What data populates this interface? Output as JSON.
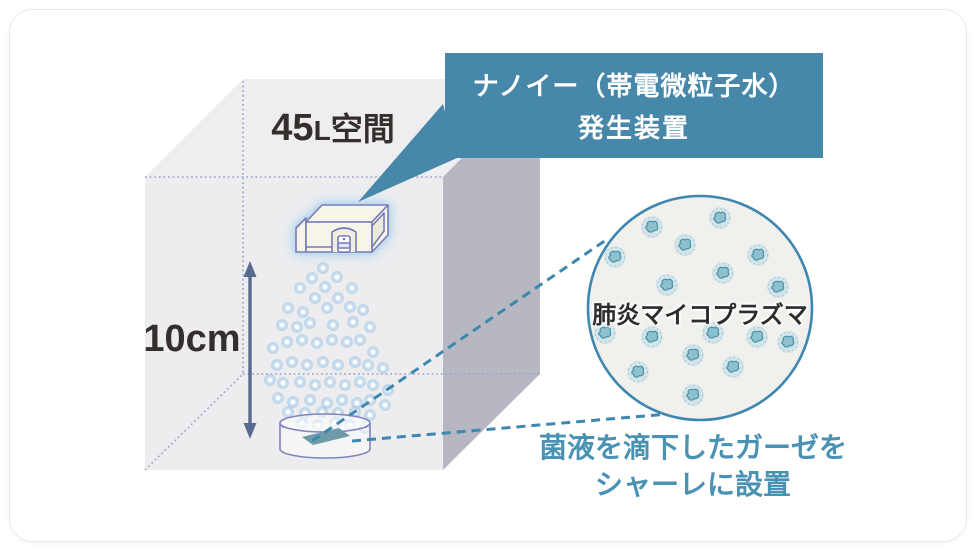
{
  "illustration": {
    "volume_label": {
      "number": "45",
      "unit": "L",
      "suffix": "空間"
    },
    "height_label": "10cm",
    "callout": {
      "line1": "ナノイー（帯電微粒子水）",
      "line2": "発生装置"
    },
    "magnifier_label": "肺炎マイコプラズマ",
    "caption": {
      "line1": "菌液を滴下したガーゼを",
      "line2": "シャーレに設置"
    }
  },
  "colors": {
    "callout_bg": "#4787a9",
    "caption_text": "#4a92b4",
    "dashed_line": "#3e87af",
    "magnifier_border": "#3f87b0",
    "magnifier_fill": "#f2f2ef",
    "box_front": "#ededef",
    "box_top": "#eeedf0",
    "box_right": "#b6b7c1",
    "hidden_edge": "#9ba4d2",
    "arrow": "#5a6a8e",
    "dark_text": "#342e2c",
    "particle_glow": "#9ec4e4",
    "gauze_fill": "#6f9aa9",
    "dish_stroke": "#8084ba",
    "device_fill": "#f7f4ea",
    "device_stroke": "#777cb4",
    "device_glow": "#9fcdf0",
    "bacteria_fill": "#8fc0ce",
    "bacteria_stroke": "#4a93ad",
    "bacteria_halo": "#cfe2e7"
  },
  "spray_particles": [
    [
      323,
      268
    ],
    [
      312,
      278
    ],
    [
      337,
      277
    ],
    [
      300,
      288
    ],
    [
      325,
      287
    ],
    [
      352,
      288
    ],
    [
      315,
      298
    ],
    [
      338,
      298
    ],
    [
      288,
      308
    ],
    [
      303,
      312
    ],
    [
      327,
      308
    ],
    [
      350,
      307
    ],
    [
      363,
      310
    ],
    [
      282,
      325
    ],
    [
      297,
      327
    ],
    [
      310,
      323
    ],
    [
      333,
      325
    ],
    [
      353,
      322
    ],
    [
      370,
      327
    ],
    [
      273,
      348
    ],
    [
      287,
      342
    ],
    [
      302,
      340
    ],
    [
      317,
      343
    ],
    [
      332,
      340
    ],
    [
      347,
      342
    ],
    [
      360,
      340
    ],
    [
      373,
      352
    ],
    [
      277,
      365
    ],
    [
      292,
      362
    ],
    [
      307,
      365
    ],
    [
      323,
      362
    ],
    [
      338,
      365
    ],
    [
      355,
      362
    ],
    [
      368,
      365
    ],
    [
      383,
      368
    ],
    [
      270,
      380
    ],
    [
      283,
      383
    ],
    [
      300,
      382
    ],
    [
      315,
      385
    ],
    [
      330,
      382
    ],
    [
      345,
      385
    ],
    [
      360,
      382
    ],
    [
      373,
      385
    ],
    [
      388,
      390
    ],
    [
      278,
      398
    ],
    [
      293,
      402
    ],
    [
      310,
      400
    ],
    [
      327,
      403
    ],
    [
      342,
      400
    ],
    [
      357,
      403
    ],
    [
      370,
      400
    ],
    [
      385,
      405
    ],
    [
      288,
      412
    ],
    [
      305,
      413
    ],
    [
      322,
      412
    ],
    [
      338,
      413
    ],
    [
      355,
      412
    ],
    [
      370,
      415
    ],
    [
      302,
      423
    ],
    [
      318,
      425
    ],
    [
      335,
      423
    ],
    [
      350,
      425
    ],
    [
      365,
      428
    ]
  ],
  "bacteria": [
    [
      652,
      227
    ],
    [
      720,
      218
    ],
    [
      685,
      245
    ],
    [
      758,
      255
    ],
    [
      615,
      257
    ],
    [
      667,
      285
    ],
    [
      778,
      287
    ],
    [
      723,
      273
    ],
    [
      605,
      333
    ],
    [
      652,
      337
    ],
    [
      713,
      333
    ],
    [
      757,
      337
    ],
    [
      788,
      342
    ],
    [
      638,
      372
    ],
    [
      693,
      355
    ],
    [
      733,
      367
    ],
    [
      693,
      395
    ]
  ]
}
